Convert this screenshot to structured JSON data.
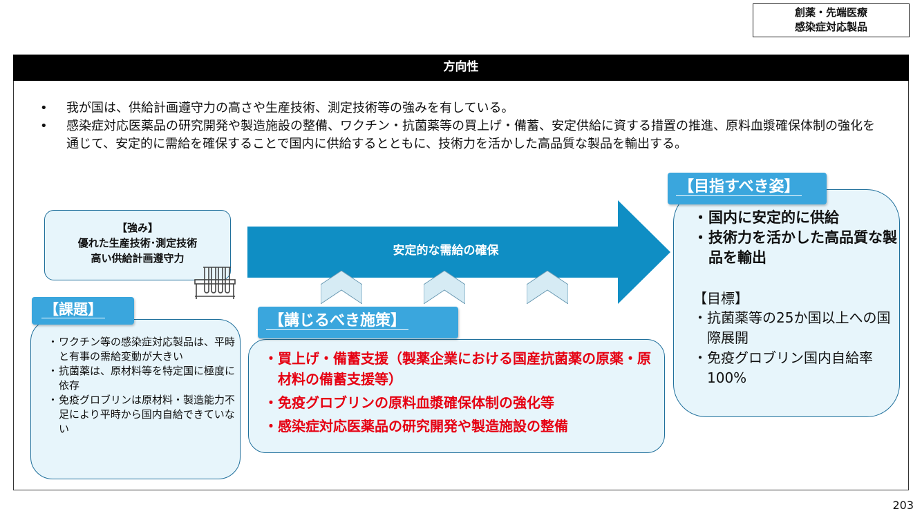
{
  "corner_tag": {
    "line1": "創薬・先端医療",
    "line2": "感染症対応製品"
  },
  "header": {
    "title": "方向性"
  },
  "intro": {
    "bullet_mark": "•",
    "items": [
      "我が国は、供給計画遵守力の高さや生産技術、測定技術等の強みを有している。",
      "感染症対応医薬品の研究開発や製造施設の整備、ワクチン・抗菌薬等の買上げ・備蓄、安定供給に資する措置の推進、原料血漿確保体制の強化を通じて、安定的に需給を確保することで国内に供給するとともに、技術力を活かした高品質な製品を輸出する。"
    ]
  },
  "strength": {
    "title": "【強み】",
    "line1": "優れた生産技術･測定技術",
    "line2": "高い供給計画遵守力"
  },
  "arrow": {
    "label": "安定的な需給の確保"
  },
  "issues": {
    "tag": "【課題】",
    "mark": "・",
    "items": [
      "ワクチン等の感染症対応製品は、平時と有事の需給変動が大きい",
      "抗菌薬は、原材料等を特定国に極度に依存",
      "免疫グロブリンは原材料・製造能力不足により平時から国内自給できていない"
    ]
  },
  "measures": {
    "tag": "【講じるべき施策】",
    "mark": "・",
    "items": [
      "買上げ・備蓄支援（製薬企業における国産抗菌薬の原薬・原材料の備蓄支援等）",
      "免疫グロブリンの原料血漿確保体制の強化等",
      "感染症対応医薬品の研究開発や製造施設の整備"
    ]
  },
  "goal": {
    "tag": "【目指すべき姿】",
    "mark": "・",
    "main_items": [
      "国内に安定的に供給",
      "技術力を活かした高品質な製品を輸出"
    ],
    "target_title": "【目標】",
    "target_items": [
      "抗菌薬等の25か国以上への国際展開",
      "免疫グロブリン国内自給率100%"
    ]
  },
  "page_number": "203",
  "colors": {
    "arrow": "#0f8ec4",
    "box_fill": "#e7f5fb",
    "box_border": "#1f6f9b",
    "tag_fill": "#3aa6dd",
    "measure_text": "#e60012",
    "chevron_fill": "#d6ebf4"
  },
  "icons": {
    "test_tubes": "test-tubes-icon"
  }
}
